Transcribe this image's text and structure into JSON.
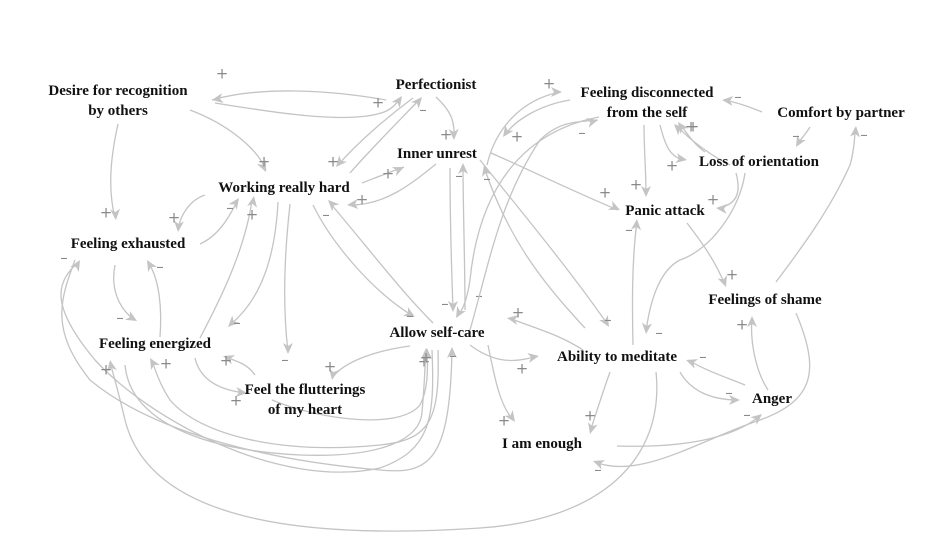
{
  "title": "Causal loop diagram",
  "colors": {
    "edge": "#c4c4c4",
    "polarity": "#8a8a8a",
    "node_text": "#111111",
    "background": "#ffffff"
  },
  "nodes": [
    {
      "id": "desire",
      "lines": [
        "Desire for recognition",
        "by others"
      ]
    },
    {
      "id": "perfectionist",
      "lines": [
        "Perfectionist"
      ]
    },
    {
      "id": "disconnected",
      "lines": [
        "Feeling disconnected",
        "from the self"
      ]
    },
    {
      "id": "comfort",
      "lines": [
        "Comfort by partner"
      ]
    },
    {
      "id": "inner_unrest",
      "lines": [
        "Inner unrest"
      ]
    },
    {
      "id": "loss_orientation",
      "lines": [
        "Loss of orientation"
      ]
    },
    {
      "id": "working_hard",
      "lines": [
        "Working really hard"
      ]
    },
    {
      "id": "panic",
      "lines": [
        "Panic attack"
      ]
    },
    {
      "id": "exhausted",
      "lines": [
        "Feeling exhausted"
      ]
    },
    {
      "id": "shame",
      "lines": [
        "Feelings of shame"
      ]
    },
    {
      "id": "energized",
      "lines": [
        "Feeling energized"
      ]
    },
    {
      "id": "self_care",
      "lines": [
        "Allow self-care"
      ]
    },
    {
      "id": "meditate",
      "lines": [
        "Ability to meditate"
      ]
    },
    {
      "id": "flutterings",
      "lines": [
        "Feel the flutterings",
        "of my heart"
      ]
    },
    {
      "id": "anger",
      "lines": [
        "Anger"
      ]
    },
    {
      "id": "enough",
      "lines": [
        "I am enough"
      ]
    }
  ],
  "edges": [
    {
      "from": "perfectionist",
      "to": "desire",
      "polarity": "+"
    },
    {
      "from": "desire",
      "to": "perfectionist",
      "polarity": "+"
    },
    {
      "from": "desire",
      "to": "working_hard",
      "polarity": "+"
    },
    {
      "from": "desire",
      "to": "exhausted",
      "polarity": "+"
    },
    {
      "from": "perfectionist",
      "to": "working_hard",
      "polarity": "+"
    },
    {
      "from": "working_hard",
      "to": "perfectionist",
      "polarity": "-"
    },
    {
      "from": "perfectionist",
      "to": "inner_unrest",
      "polarity": "+"
    },
    {
      "from": "working_hard",
      "to": "inner_unrest",
      "polarity": "+"
    },
    {
      "from": "inner_unrest",
      "to": "working_hard",
      "polarity": "+"
    },
    {
      "from": "inner_unrest",
      "to": "disconnected",
      "polarity": "+"
    },
    {
      "from": "disconnected",
      "to": "inner_unrest",
      "polarity": "+"
    },
    {
      "from": "loss_orientation",
      "to": "inner_unrest",
      "polarity": "+"
    },
    {
      "from": "comfort",
      "to": "disconnected",
      "polarity": "-"
    },
    {
      "from": "comfort",
      "to": "loss_orientation",
      "polarity": "-"
    },
    {
      "from": "disconnected",
      "to": "loss_orientation",
      "polarity": "+"
    },
    {
      "from": "loss_orientation",
      "to": "disconnected",
      "polarity": "+"
    },
    {
      "from": "disconnected",
      "to": "panic",
      "polarity": "+"
    },
    {
      "from": "loss_orientation",
      "to": "panic",
      "polarity": "+"
    },
    {
      "from": "inner_unrest",
      "to": "panic",
      "polarity": "+"
    },
    {
      "from": "working_hard",
      "to": "exhausted",
      "polarity": "+"
    },
    {
      "from": "exhausted",
      "to": "working_hard",
      "polarity": "-"
    },
    {
      "from": "energized",
      "to": "working_hard",
      "polarity": "+"
    },
    {
      "from": "working_hard",
      "to": "energized",
      "polarity": "-"
    },
    {
      "from": "working_hard",
      "to": "flutterings",
      "polarity": "-"
    },
    {
      "from": "working_hard",
      "to": "self_care",
      "polarity": "-"
    },
    {
      "from": "self_care",
      "to": "working_hard",
      "polarity": "-"
    },
    {
      "from": "inner_unrest",
      "to": "self_care",
      "polarity": "-"
    },
    {
      "from": "self_care",
      "to": "inner_unrest",
      "polarity": "-"
    },
    {
      "from": "meditate",
      "to": "inner_unrest",
      "polarity": "-"
    },
    {
      "from": "inner_unrest",
      "to": "meditate",
      "polarity": "-"
    },
    {
      "from": "disconnected",
      "to": "self_care",
      "polarity": "-"
    },
    {
      "from": "self_care",
      "to": "disconnected",
      "polarity": "-"
    },
    {
      "from": "exhausted",
      "to": "energized",
      "polarity": "-"
    },
    {
      "from": "energized",
      "to": "exhausted",
      "polarity": "-"
    },
    {
      "from": "energized",
      "to": "flutterings",
      "polarity": "+"
    },
    {
      "from": "flutterings",
      "to": "energized",
      "polarity": "+"
    },
    {
      "from": "self_care",
      "to": "flutterings",
      "polarity": "+"
    },
    {
      "from": "flutterings",
      "to": "self_care",
      "polarity": "+"
    },
    {
      "from": "exhausted",
      "to": "self_care",
      "polarity": "-"
    },
    {
      "from": "self_care",
      "to": "exhausted",
      "polarity": "-"
    },
    {
      "from": "self_care",
      "to": "energized",
      "polarity": "+"
    },
    {
      "from": "energized",
      "to": "self_care",
      "polarity": "+"
    },
    {
      "from": "meditate",
      "to": "energized",
      "polarity": "+"
    },
    {
      "from": "self_care",
      "to": "meditate",
      "polarity": "+"
    },
    {
      "from": "meditate",
      "to": "self_care",
      "polarity": "+"
    },
    {
      "from": "self_care",
      "to": "enough",
      "polarity": "+"
    },
    {
      "from": "meditate",
      "to": "enough",
      "polarity": "+"
    },
    {
      "from": "meditate",
      "to": "panic",
      "polarity": "-"
    },
    {
      "from": "panic",
      "to": "shame",
      "polarity": "+"
    },
    {
      "from": "loss_orientation",
      "to": "meditate",
      "polarity": "-"
    },
    {
      "from": "shame",
      "to": "comfort",
      "polarity": "-"
    },
    {
      "from": "anger",
      "to": "shame",
      "polarity": "+"
    },
    {
      "from": "anger",
      "to": "meditate",
      "polarity": "-"
    },
    {
      "from": "meditate",
      "to": "anger",
      "polarity": "-"
    },
    {
      "from": "enough",
      "to": "anger",
      "polarity": "-"
    },
    {
      "from": "shame",
      "to": "enough",
      "polarity": "-"
    }
  ]
}
